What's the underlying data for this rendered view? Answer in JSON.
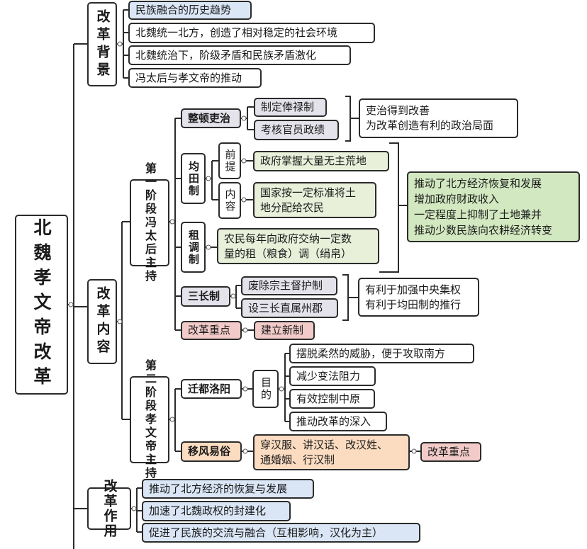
{
  "root": {
    "title": "北魏孝文帝改革"
  },
  "background": {
    "label": "改革背景",
    "items": [
      "民族融合的历史趋势",
      "北魏统一北方，创造了相对稳定的社会环境",
      "北魏统治下，阶级矛盾和民族矛盾激化",
      "冯太后与孝文帝的推动"
    ]
  },
  "content": {
    "label": "改革内容",
    "stage1": {
      "label": "第一阶段冯太后主持",
      "officials": {
        "label": "整顿吏治",
        "items": [
          "制定俸禄制",
          "考核官员政绩"
        ],
        "effects": [
          "吏治得到改善",
          "为改革创造有利的政治局面"
        ]
      },
      "land": {
        "label": "均田制",
        "premise_label": "前提",
        "premise": "政府掌握大量无主荒地",
        "content_label": "内容",
        "content_lines": [
          "国家按一定标准将土",
          "地分配给农民"
        ]
      },
      "tax": {
        "label": "租调制",
        "lines": [
          "农民每年向政府交纳一定数",
          "量的租（粮食）调（绢帛）"
        ]
      },
      "economic_effects": [
        "推动了北方经济恢复和发展",
        "增加政府财政收入",
        "一定程度上抑制了土地兼并",
        "推动少数民族向农耕经济转变"
      ],
      "three_heads": {
        "label": "三长制",
        "items": [
          "废除宗主督护制",
          "设三长直属州郡"
        ],
        "effects": [
          "有利于加强中央集权",
          "有利于均田制的推行"
        ]
      },
      "key_point": {
        "label": "改革重点",
        "value": "建立新制"
      }
    },
    "stage2": {
      "label": "第二阶段孝文帝主持",
      "move": {
        "label": "迁都洛阳",
        "purpose_label": "目的",
        "items": [
          "摆脱柔然的威胁，便于攻取南方",
          "减少变法阻力",
          "有效控制中原",
          "推动改革的深入"
        ]
      },
      "customs": {
        "label": "移风易俗",
        "lines": [
          "穿汉服、讲汉话、改汉姓、",
          "通婚姻、行汉制"
        ],
        "key_point": "改革重点"
      }
    }
  },
  "effects": {
    "label": "改革作用",
    "items": [
      "推动了北方经济的恢复与发展",
      "加速了北魏政权的封建化",
      "促进了民族的交流与融合（互相影响，汉化为主）"
    ]
  }
}
